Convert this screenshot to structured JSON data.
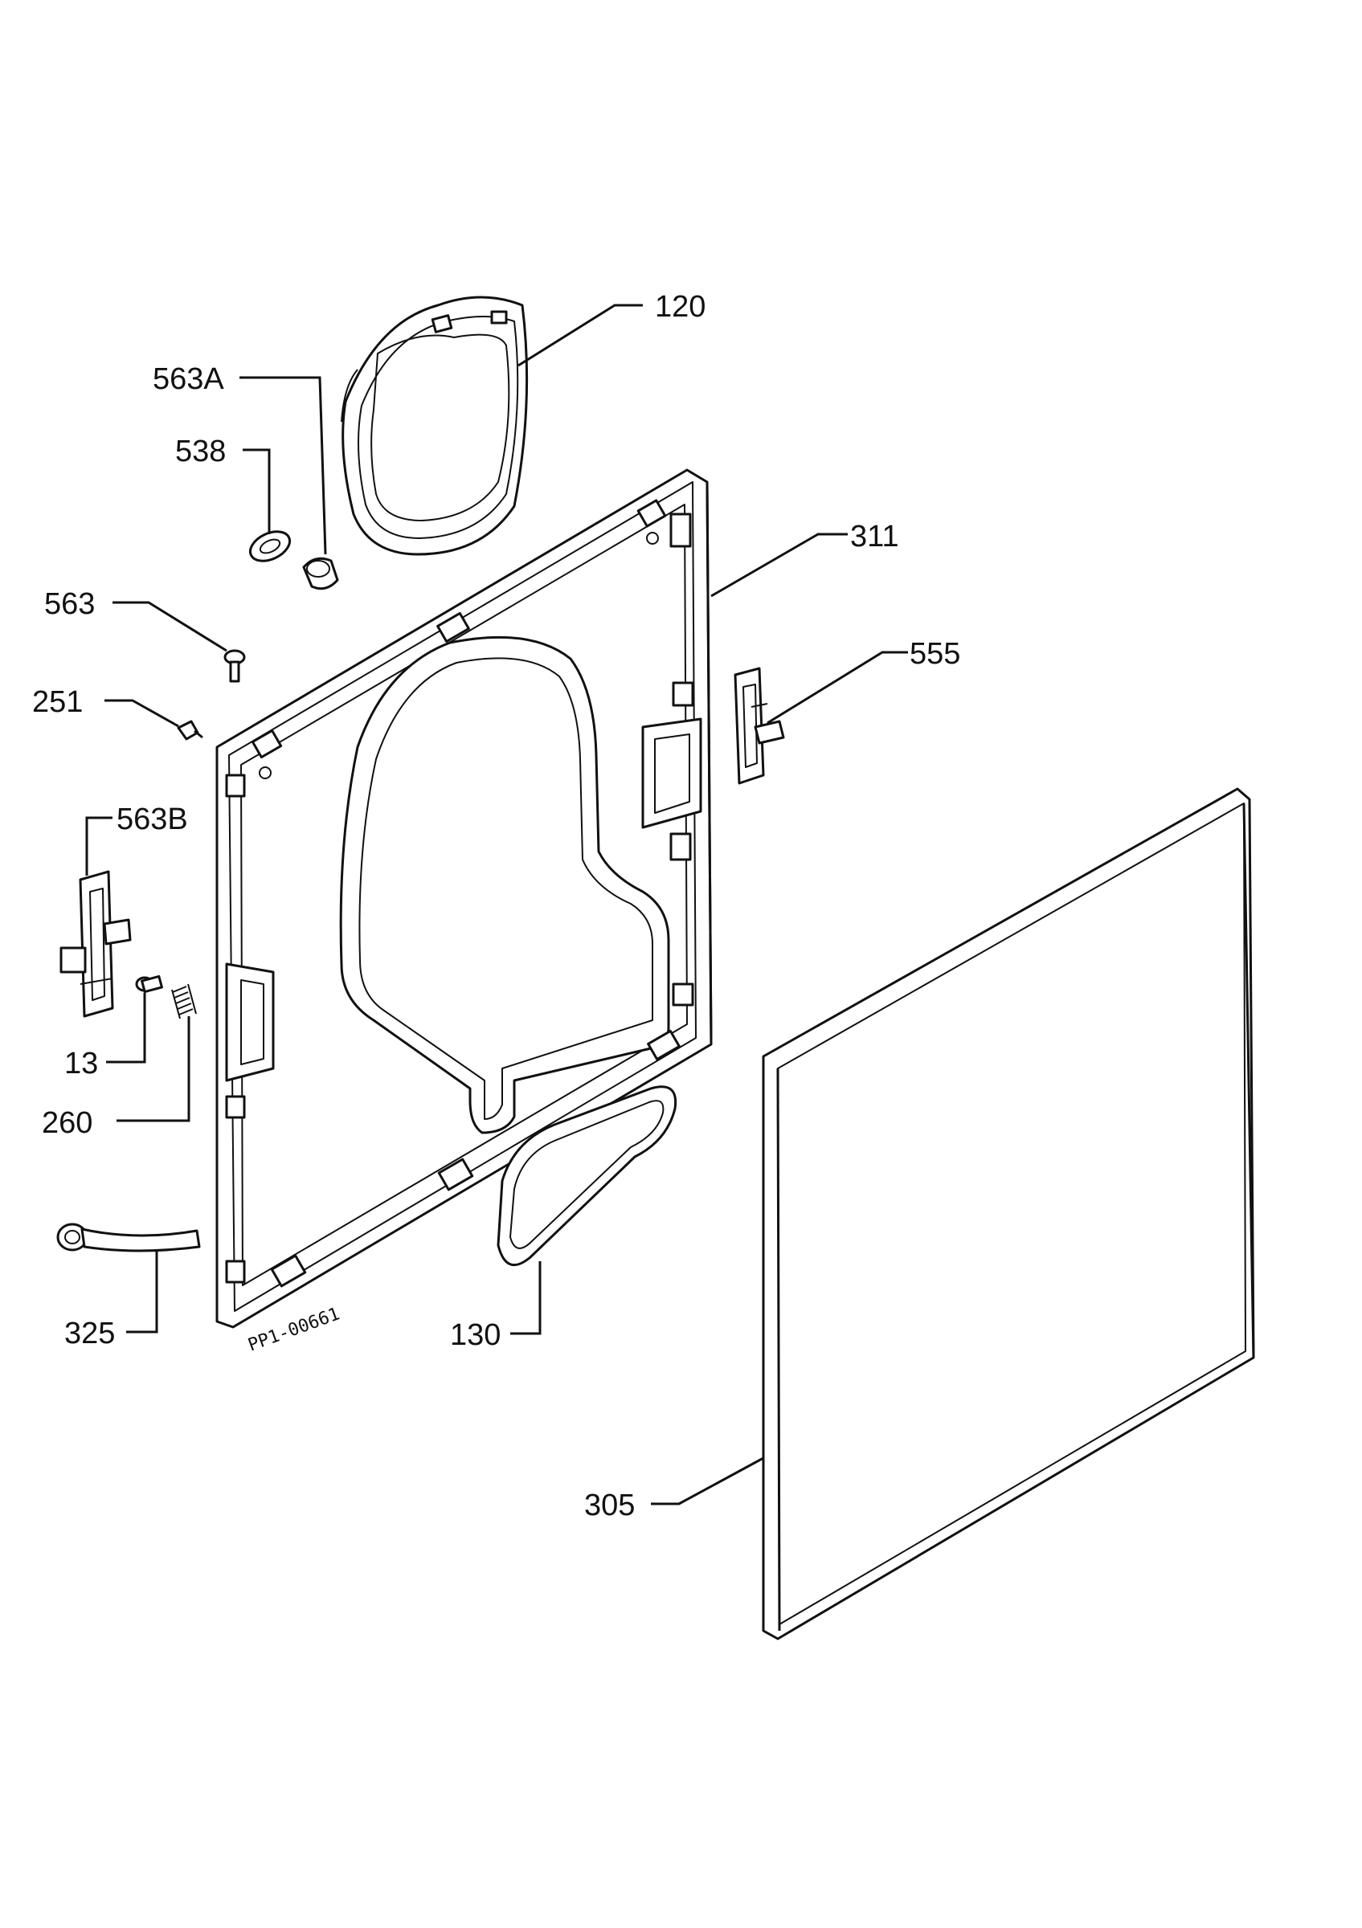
{
  "drawing_code": "PP1-00661",
  "callouts": {
    "c120": "120",
    "c563a": "563A",
    "c538": "538",
    "c311": "311",
    "c563": "563",
    "c555": "555",
    "c251": "251",
    "c563b": "563B",
    "c13": "13",
    "c260": "260",
    "c325": "325",
    "c130": "130",
    "c305": "305"
  },
  "colors": {
    "line": "#111111",
    "paper": "#ffffff"
  }
}
